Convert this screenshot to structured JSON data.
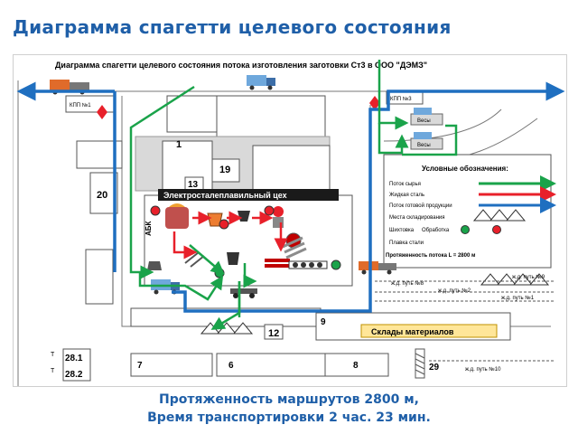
{
  "slide": {
    "title": "Диаграмма спагетти целевого состояния",
    "caption_line1": "Протяженность маршрутов 2800 м,",
    "caption_line2": "Время транспортировки 2 час. 23 мин."
  },
  "map": {
    "header": "Диаграмма спагетти целевого состояния потока изготовления заготовки Ст3 в ООО \"ДЭМЗ\"",
    "checkpoints": [
      "КПП №1",
      "КПП №3"
    ],
    "scales_label": "Весы",
    "workshop_label": "Электросталеплавильный цех",
    "warehouse_label": "Склады материалов",
    "abk_label": "АБК",
    "building_numbers": [
      "1",
      "19",
      "13",
      "20",
      "12",
      "9",
      "7",
      "6",
      "8",
      "28.1",
      "28.2",
      "29"
    ],
    "rail_labels": [
      "ж.д. путь №9",
      "ж.д. путь №8",
      "ж.д. путь №2",
      "ж.д. путь №1",
      "ж.д. путь №10"
    ],
    "small_markers": [
      "Т",
      "Т"
    ]
  },
  "legend": {
    "title": "Условные обозначения:",
    "items": [
      {
        "label": "Поток сырья",
        "color": "#1aa34a"
      },
      {
        "label": "Жидкая сталь",
        "color": "#e8202a"
      },
      {
        "label": "Поток готовой продукции",
        "color": "#1f6fc0"
      },
      {
        "label": "Места складирования"
      },
      {
        "label": "Шихтовка",
        "extra": "Обработка"
      },
      {
        "label": "Плавка стали"
      },
      {
        "label": "Протяженность потока L = 2800 м"
      }
    ]
  },
  "colors": {
    "title_blue": "#1f5fa8",
    "raw_flow": "#1aa34a",
    "liquid_steel": "#e8202a",
    "product_flow": "#1f6fc0",
    "warehouse_fill": "#ffe699"
  }
}
